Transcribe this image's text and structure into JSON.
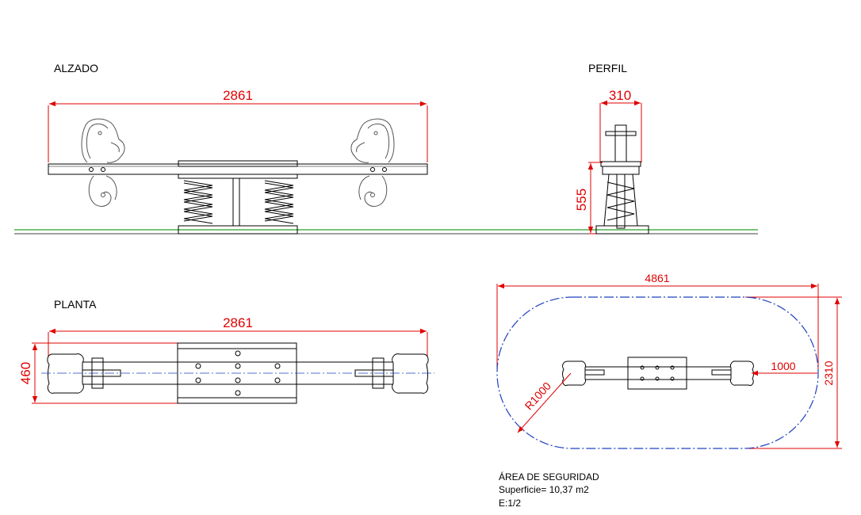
{
  "views": {
    "elevation": {
      "title": "ALZADO",
      "length_dim": "2861"
    },
    "profile": {
      "title": "PERFIL",
      "width_dim": "310",
      "height_dim": "555"
    },
    "plan": {
      "title": "PLANTA",
      "length_dim": "2861",
      "width_dim": "460"
    },
    "safety": {
      "length_dim": "4861",
      "width_dim": "2310",
      "clearance_dim": "1000",
      "radius_dim": "R1000"
    }
  },
  "notes": {
    "title": "ÁREA DE SEGURIDAD",
    "area": "Superficie=  10,37 m2",
    "scale": "E:1/2"
  },
  "colors": {
    "dimension": "#e00000",
    "ground": "#2aa02a",
    "safety_outline": "#2040c0",
    "centerline": "#2040c0"
  }
}
